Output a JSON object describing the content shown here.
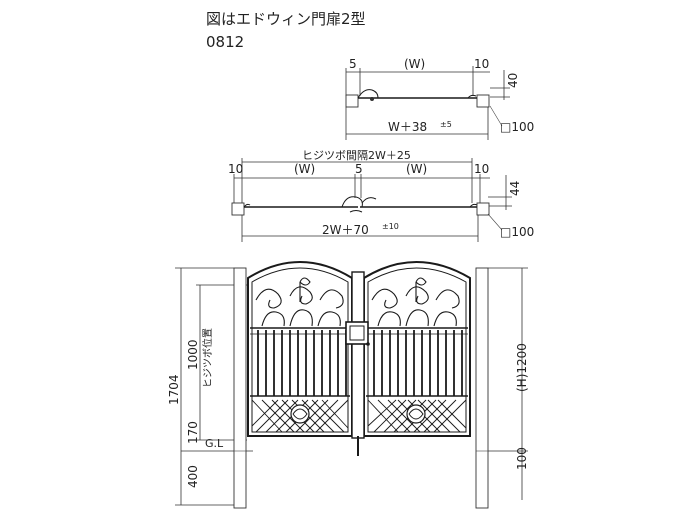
{
  "title": "図はエドウィン門扉2型",
  "code": "0812",
  "single_plan": {
    "left_gap": "5",
    "width": "(W)",
    "right_gap": "10",
    "depth": "40",
    "total": "W＋38",
    "total_tol": "±5",
    "post": "□100"
  },
  "double_plan": {
    "hinge_pitch": "ヒジツボ間隔2W＋25",
    "left_gap": "10",
    "width_left": "(W)",
    "center_gap": "5",
    "width_right": "(W)",
    "right_gap": "10",
    "depth": "44",
    "total": "2W＋70",
    "total_tol": "±10",
    "post": "□100"
  },
  "elevation": {
    "total_height": "1704",
    "hinge_height": "1000",
    "hinge_label": "ヒジツボ位置",
    "bottom_clearance": "170",
    "ground_label": "G.L",
    "embed_depth": "400",
    "gate_height": "(H)1200",
    "foundation": "100"
  }
}
